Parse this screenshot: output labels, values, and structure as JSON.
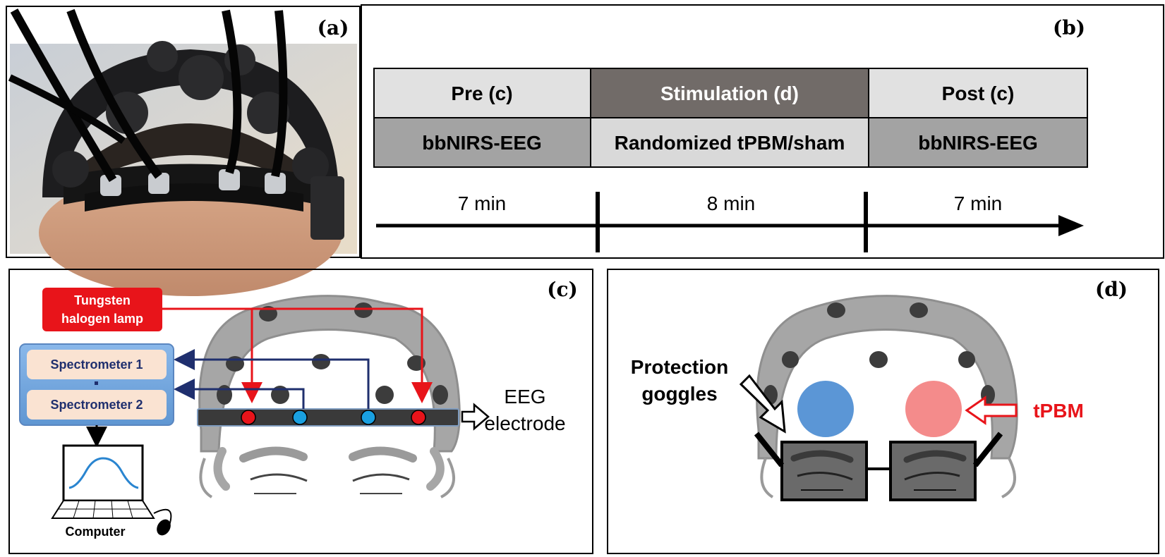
{
  "panels": {
    "a": {
      "label": "(a)"
    },
    "b": {
      "label": "(b)",
      "phases": [
        {
          "title": "Pre (c)",
          "method": "bbNIRS-EEG",
          "duration": "7 min"
        },
        {
          "title": "Stimulation (d)",
          "method": "Randomized tPBM/sham",
          "duration": "8 min"
        },
        {
          "title": "Post (c)",
          "method": "bbNIRS-EEG",
          "duration": "7 min"
        }
      ]
    },
    "c": {
      "label": "(c)",
      "lamp_label_1": "Tungsten",
      "lamp_label_2": "halogen lamp",
      "spectrometer_1": "Spectrometer 1",
      "spectrometer_2": "Spectrometer 2",
      "computer": "Computer",
      "eeg_label_1": "EEG",
      "eeg_label_2": "electrode"
    },
    "d": {
      "label": "(d)",
      "goggles_label_1": "Protection",
      "goggles_label_2": "goggles",
      "tpbm": "tPBM"
    }
  },
  "colors": {
    "source_red": "#e8141a",
    "detector_blue": "#1aa0e0",
    "fiber_navy": "#1f2f6e",
    "cap_gray": "#a6a6a6",
    "stim_dark": "#716b68",
    "sham_light": "#e0e0e0",
    "tpbm_pink": "#f48b8b",
    "tpbm_blue": "#5b96d6"
  }
}
